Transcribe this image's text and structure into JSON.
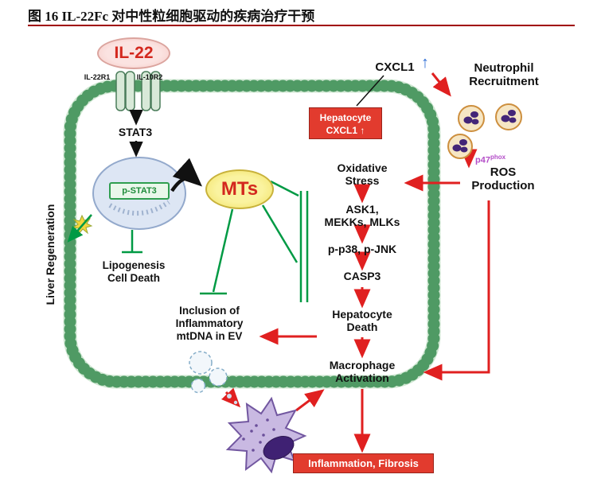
{
  "figure": {
    "title": "图 16 IL-22Fc 对中性粒细胞驱动的疾病治疗干预"
  },
  "colors": {
    "title_rule": "#a00000",
    "arrow_red": "#e02020",
    "arrow_black": "#111111",
    "inhibit_green": "#009a44",
    "membrane_green": "#4f9a64",
    "box_red": "#e23b2e",
    "accent_red_text": "#d3281e",
    "blue_arrow": "#2f6fd6",
    "p47_purple": "#b44fc8"
  },
  "labels": {
    "il22": "IL-22",
    "receptor1": "IL-22R1",
    "receptor2": "IL-10R2",
    "stat3": "STAT3",
    "p_stat3": "p-STAT3",
    "mts": "MTs",
    "liver_regeneration": "Liver Regeneration",
    "lipogenesis": [
      "Lipogenesis",
      "Cell Death"
    ],
    "ev": [
      "Inclusion of",
      "Inflammatory",
      "mtDNA in EV"
    ],
    "cxcl1": "CXCL1",
    "cxcl1_up": "↑",
    "hepatocyte_box": [
      "Hepatocyte",
      "CXCL1 ↑"
    ],
    "oxidative": [
      "Oxidative",
      "Stress"
    ],
    "ask1": [
      "ASK1,",
      "MEKKs, MLKs"
    ],
    "pp38": "p-p38, p-JNK",
    "casp3": "CASP3",
    "hepatocyte_death": [
      "Hepatocyte",
      "Death"
    ],
    "macrophage_activation": [
      "Macrophage",
      "Activation"
    ],
    "neutrophil": [
      "Neutrophil",
      "Recruitment"
    ],
    "p47_base": "p47",
    "p47_sup": "phox",
    "ros": [
      "ROS",
      "Production"
    ],
    "inflammation": "Inflammation, Fibrosis"
  }
}
